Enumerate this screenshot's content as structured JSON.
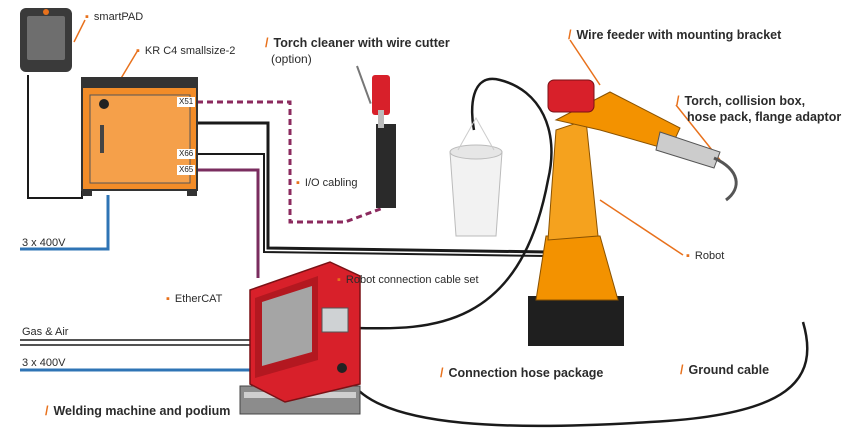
{
  "labels": {
    "smartpad": "smartPAD",
    "controller": "KR C4 smallsize-2",
    "torch_cleaner": "Torch cleaner with wire cutter",
    "torch_cleaner_note": "(option)",
    "wire_feeder": "Wire feeder with mounting bracket",
    "torch_line1": "Torch, collision box,",
    "torch_line2": "hose pack, flange adaptor",
    "io_cabling": "I/O cabling",
    "robot": "Robot",
    "ethercat": "EtherCAT",
    "robot_cable": "Robot connection cable set",
    "gas_air": "Gas & Air",
    "power_top": "3 x 400V",
    "power_bottom": "3 x 400V",
    "hose_package": "Connection hose package",
    "ground_cable": "Ground cable",
    "welding_machine": "Welding machine and podium"
  },
  "ports": {
    "x51": "X51",
    "x66": "X66",
    "x65": "X65"
  },
  "colors": {
    "accent_orange": "#e8711c",
    "power_blue": "#2f74b5",
    "io_purple": "#8b2a5e",
    "ethercat_purple": "#7a2d5f",
    "cable_black": "#1a1a1a",
    "robot_orange": "#f39200",
    "machine_red": "#d8202a"
  }
}
